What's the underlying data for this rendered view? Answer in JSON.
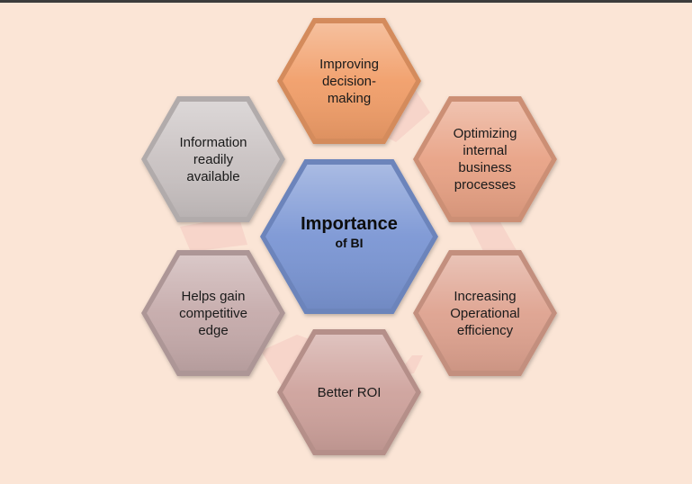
{
  "center": {
    "title": "Importance",
    "subtitle": "of BI",
    "color": "#7b96d4"
  },
  "hexagons": [
    {
      "label": "Improving decision-making",
      "lines": [
        "Improving",
        "decision-",
        "making"
      ],
      "color": "#f19e69"
    },
    {
      "label": "Optimizing internal business processes",
      "lines": [
        "Optimizing",
        "internal",
        "business",
        "processes"
      ],
      "color": "#e8a285"
    },
    {
      "label": "Increasing Operational efficiency",
      "lines": [
        "Increasing",
        "Operational",
        "efficiency"
      ],
      "color": "#dea28f"
    },
    {
      "label": "Better ROI",
      "lines": [
        "Better ROI"
      ],
      "color": "#cea29c"
    },
    {
      "label": "Helps gain competitive edge",
      "lines": [
        "Helps gain",
        "competitive",
        "edge"
      ],
      "color": "#c5aaaa"
    },
    {
      "label": "Information readily available",
      "lines": [
        "Information",
        "readily",
        "available"
      ],
      "color": "#c9c2c2"
    }
  ],
  "connector_color": "#f5cfc6"
}
